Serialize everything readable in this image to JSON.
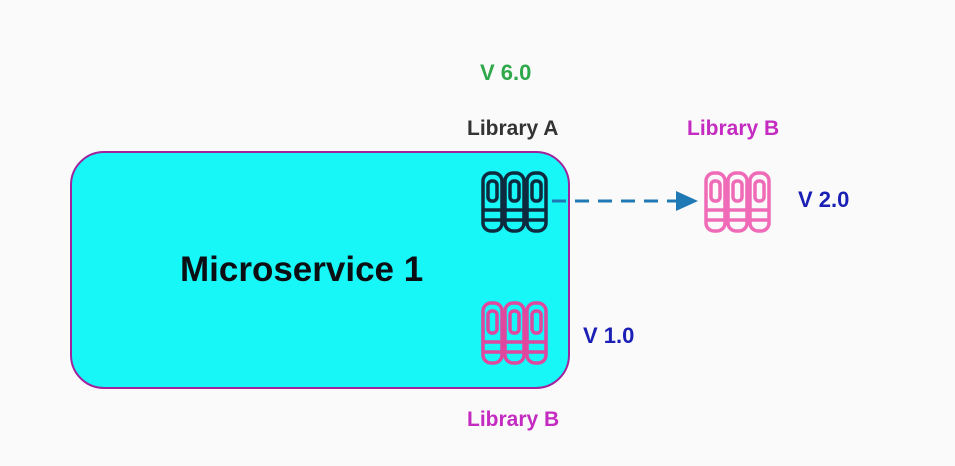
{
  "diagram": {
    "microservice": {
      "title": "Microservice 1"
    },
    "library_a": {
      "name": "Library A",
      "version": "V 6.0",
      "icon": "library-books-icon",
      "color": "#0e2a3f"
    },
    "library_b_internal": {
      "name": "Library B",
      "version": "V 1.0",
      "icon": "library-books-icon",
      "color": "#e0479e"
    },
    "library_b_external": {
      "name": "Library B",
      "version": "V 2.0",
      "icon": "library-books-icon",
      "color": "#f06bb7"
    },
    "dependency_arrow": {
      "from": "Library A",
      "to": "Library B",
      "style": "dashed",
      "color": "#1f79b4"
    },
    "colors": {
      "version_a": "#2ea84a",
      "library_a_label": "#333333",
      "library_b_label": "#c42bc0",
      "version_b": "#1a1fb5",
      "box_fill": "#18f7f7",
      "box_border": "#a0239e"
    }
  }
}
